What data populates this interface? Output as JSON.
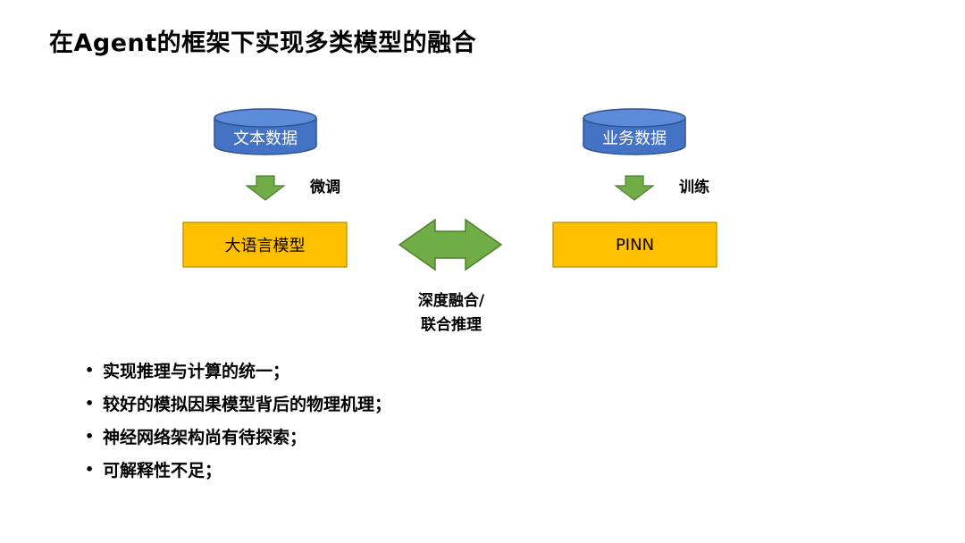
{
  "title": "在Agent的框架下实现多类模型的融合",
  "diagram": {
    "left": {
      "source": "文本数据",
      "edge_label": "微调",
      "model": "大语言模型"
    },
    "right": {
      "source": "业务数据",
      "edge_label": "训练",
      "model": "PINN"
    },
    "center": {
      "line1": "深度融合/",
      "line2": "联合推理"
    },
    "colors": {
      "cylinder_fill": "#4472C4",
      "cylinder_top": "#5B8BD9",
      "cylinder_stroke": "#2F528F",
      "model_box_fill": "#FFC000",
      "model_box_stroke": "#B68A00",
      "arrow_fill": "#70AD47",
      "arrow_stroke": "#507E32"
    }
  },
  "bullets": {
    "marker": "•",
    "items": [
      "实现推理与计算的统一；",
      "较好的模拟因果模型背后的物理机理；",
      "神经网络架构尚有待探索；",
      "可解释性不足；"
    ]
  }
}
